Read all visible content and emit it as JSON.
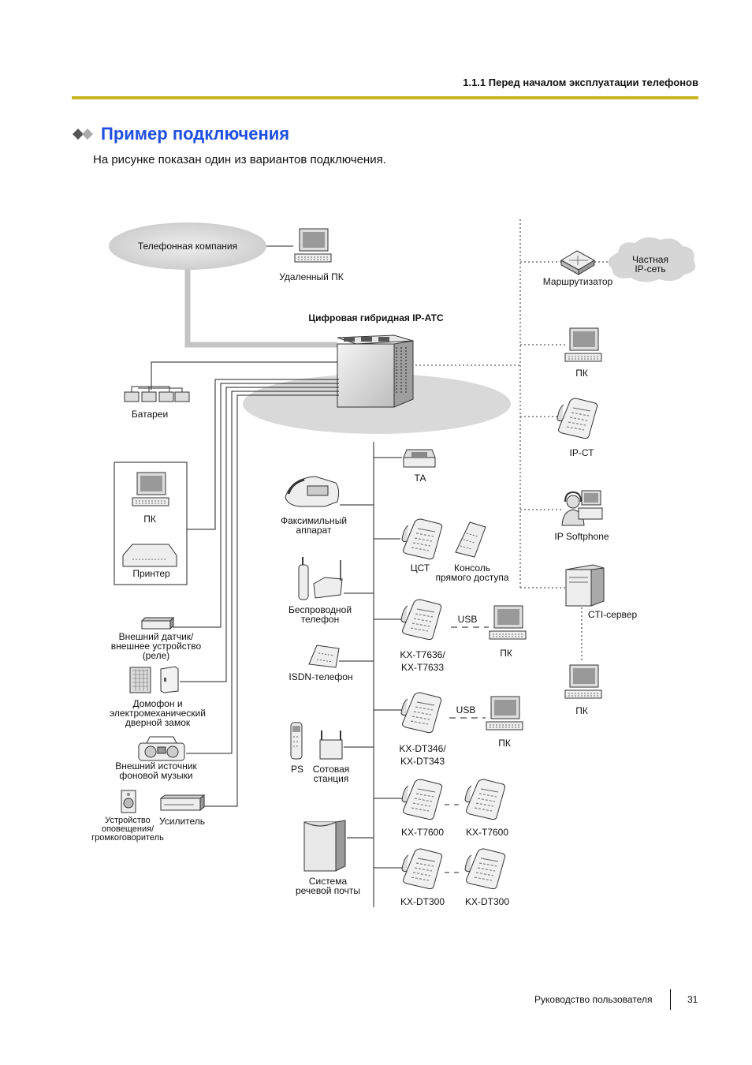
{
  "header": {
    "section": "1.1.1 Перед началом эксплуатации телефонов"
  },
  "section_title": "Пример подключения",
  "intro": "На рисунке показан один из вариантов подключения.",
  "labels": {
    "phone_company": "Телефонная компания",
    "remote_pc": "Удаленный ПК",
    "pbx": "Цифровая гибридная IP-АТС",
    "batteries": "Батареи",
    "pc": "ПК",
    "printer": "Принтер",
    "ext_sensor": "Внешний датчик/\nвнешнее устройство\n(реле)",
    "doorphone": "Домофон и\nэлектромеханический\nдверной замок",
    "music": "Внешний источник\nфоновой музыки",
    "paging": "Устройство\nоповещения/\nгромкоговоритель",
    "amplifier": "Усилитель",
    "fax": "Факсимильный\nаппарат",
    "wireless": "Беспроводной\nтелефон",
    "isdn": "ISDN-телефон",
    "ps": "PS",
    "cell_station": "Сотовая\nстанция",
    "voicemail": "Система\nречевой почты",
    "ta": "ТА",
    "dpt": "ЦСТ",
    "dss": "Консоль\nпрямого доступа",
    "t7636": "KX-T7636/\nKX-T7633",
    "dt346": "KX-DT346/\nKX-DT343",
    "t7600": "KX-T7600",
    "dt300": "KX-DT300",
    "usb": "USB",
    "router": "Маршрутизатор",
    "private_ip": "Частная\nIP-сеть",
    "ip_pt": "IP-СТ",
    "softphone": "IP Softphone",
    "cti": "CTI-сервер"
  },
  "footer": {
    "guide": "Руководство пользователя",
    "page": "31"
  }
}
